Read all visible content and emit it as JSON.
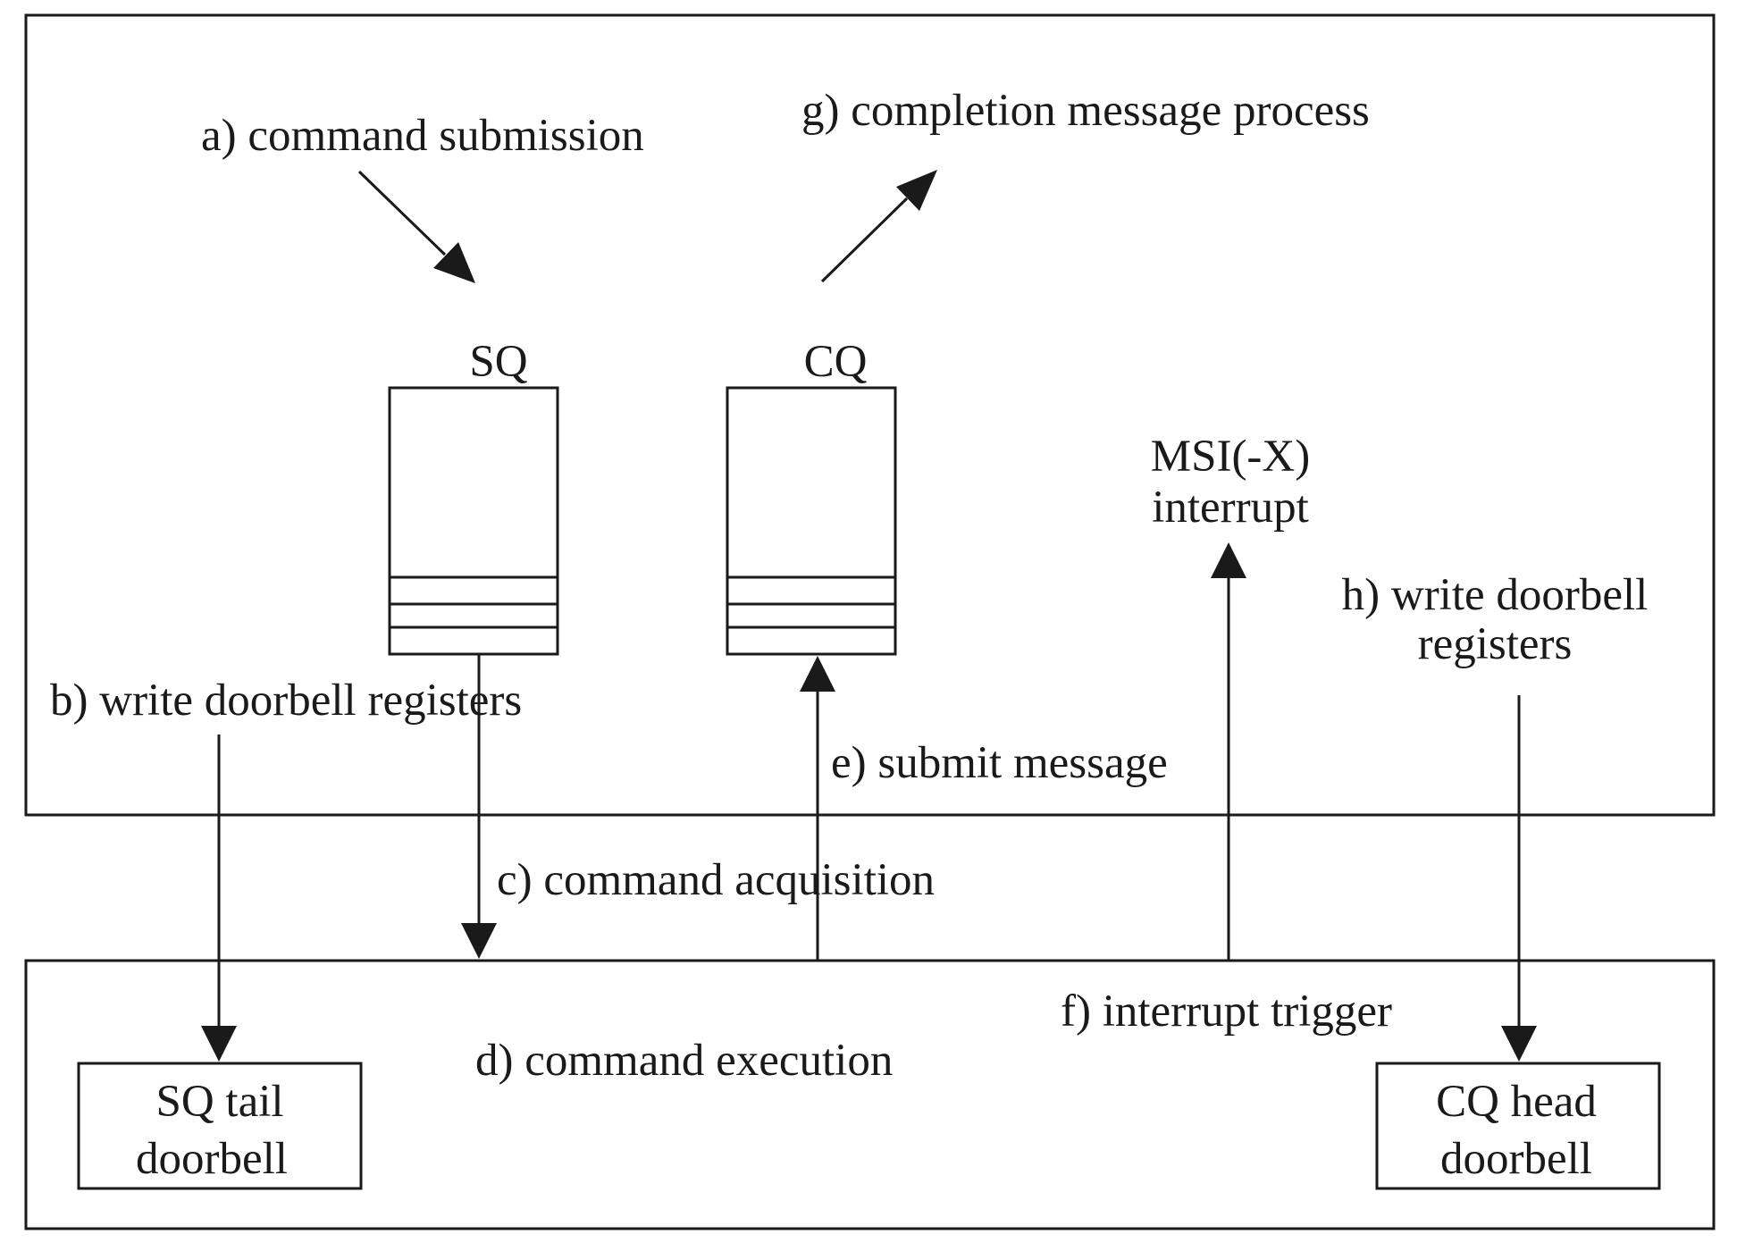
{
  "labels": {
    "command_submission": "a) command submission",
    "write_doorbell_b": "b) write doorbell registers",
    "command_acquisition": "c) command acquisition",
    "command_execution": "d) command execution",
    "submit_message": "e) submit message",
    "interrupt_trigger": "f) interrupt trigger",
    "completion_message_process": "g) completion message process",
    "write_doorbell_h_line1": "h) write doorbell",
    "write_doorbell_h_line2": "registers",
    "msi_line1": "MSI(-X)",
    "msi_line2": "interrupt",
    "sq": "SQ",
    "cq": "CQ",
    "sq_tail_line1": "SQ tail",
    "sq_tail_line2": "doorbell",
    "cq_head_line1": "CQ head",
    "cq_head_line2": "doorbell"
  }
}
